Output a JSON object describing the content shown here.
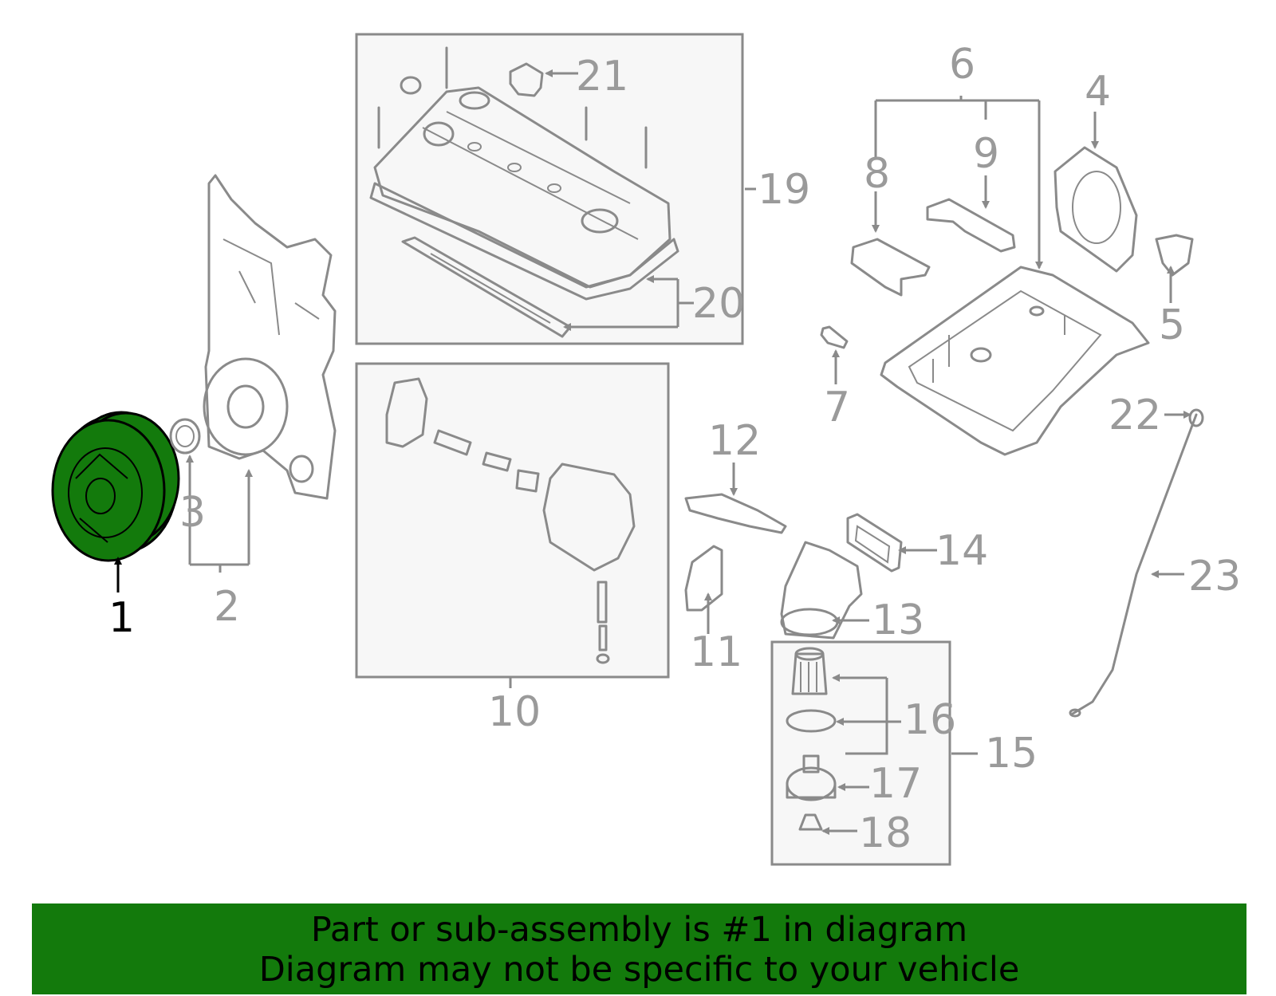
{
  "diagram": {
    "highlight_color": "#137a0c",
    "line_color": "#8a8a8a",
    "selected_part": "1",
    "callouts": [
      "1",
      "2",
      "3",
      "4",
      "5",
      "6",
      "7",
      "8",
      "9",
      "10",
      "11",
      "12",
      "13",
      "14",
      "15",
      "16",
      "17",
      "18",
      "19",
      "20",
      "21",
      "22",
      "23"
    ]
  },
  "banner": {
    "line1": "Part or sub-assembly is #1 in diagram",
    "line2": "Diagram may not be specific to your vehicle"
  }
}
